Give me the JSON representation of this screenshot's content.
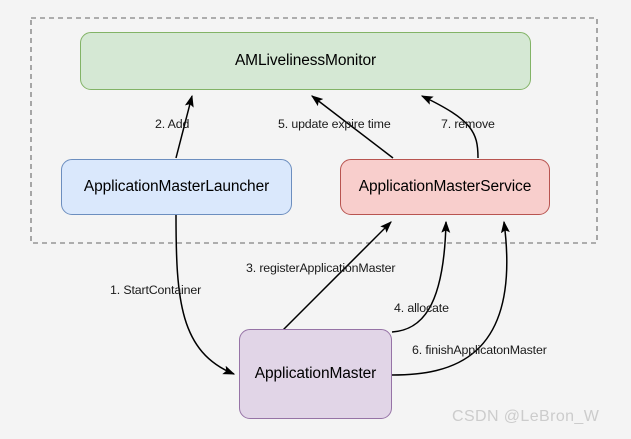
{
  "diagram": {
    "title_present": false,
    "boundary": {
      "name": "resource-manager-boundary",
      "style": "dashed",
      "color": "#666666"
    },
    "nodes": [
      {
        "id": "monitor",
        "label": "AMLivelinessMonitor",
        "fill": "#d5e8d4",
        "stroke": "#82b366"
      },
      {
        "id": "launcher",
        "label": "ApplicationMasterLauncher",
        "fill": "#dae8fc",
        "stroke": "#6c8ebf"
      },
      {
        "id": "service",
        "label": "ApplicationMasterService",
        "fill": "#f8cecc",
        "stroke": "#b85450"
      },
      {
        "id": "appmaster",
        "label": "ApplicationMaster",
        "fill": "#e1d5e7",
        "stroke": "#9673a6"
      }
    ],
    "edges": [
      {
        "id": "e1",
        "label": "1. StartContainer",
        "from": "launcher",
        "to": "appmaster"
      },
      {
        "id": "e2",
        "label": "2. Add",
        "from": "launcher",
        "to": "monitor"
      },
      {
        "id": "e3",
        "label": "3. registerApplicationMaster",
        "from": "appmaster",
        "to": "service"
      },
      {
        "id": "e4",
        "label": "4. allocate",
        "from": "appmaster",
        "to": "service"
      },
      {
        "id": "e5",
        "label": "5. update expire time",
        "from": "service",
        "to": "monitor"
      },
      {
        "id": "e6",
        "label": "6. finishApplicatonMaster",
        "from": "appmaster",
        "to": "service"
      },
      {
        "id": "e7",
        "label": "7. remove",
        "from": "service",
        "to": "monitor"
      }
    ]
  },
  "watermark": {
    "text": "CSDN @LeBron_W",
    "color": "#cccccc"
  }
}
